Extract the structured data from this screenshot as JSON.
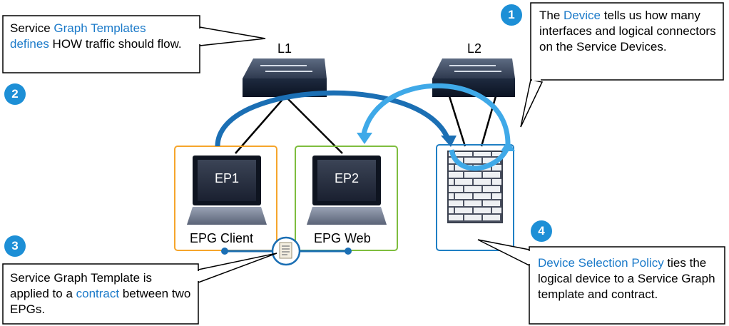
{
  "colors": {
    "accent": "#1d8fd6",
    "link": "#1b7ac9",
    "client": "#f6a52b",
    "web": "#7ebd3e",
    "device": "#1f7fc4"
  },
  "switches": {
    "left": "L1",
    "right": "L2"
  },
  "endpoints": {
    "ep1": "EP1",
    "ep2": "EP2"
  },
  "groups": {
    "client": "EPG Client",
    "web": "EPG Web"
  },
  "markers": [
    "1",
    "2",
    "3",
    "4"
  ],
  "callouts": {
    "templates": {
      "t1": "Service ",
      "h1": "Graph Templates",
      "h2": "defines",
      "t2": " HOW traffic should flow."
    },
    "device": {
      "t1": "The ",
      "h1": "Device",
      "t2": " tells us how many interfaces and logical connectors on the Service Devices."
    },
    "contract": {
      "t1": "Service Graph Template is applied to a ",
      "h1": "contract",
      "t2": " between two EPGs."
    },
    "policy": {
      "h1": "Device Selection Policy",
      "t1": " ties the logical device to a Service Graph template and contract."
    }
  },
  "icons": [
    "switch-icon",
    "laptop-icon",
    "firewall-icon",
    "contract-document-icon"
  ]
}
